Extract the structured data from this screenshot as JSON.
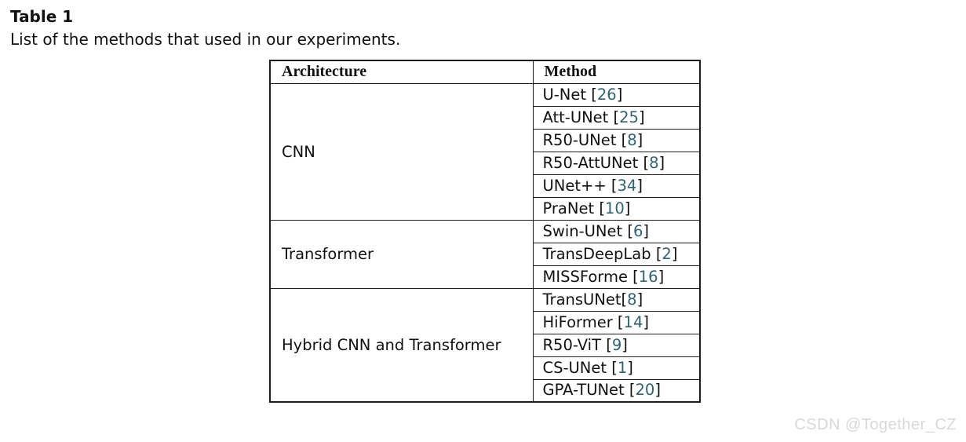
{
  "page": {
    "title": "Table 1",
    "caption": "List of the methods that used in our experiments.",
    "watermark": "CSDN @Together_CZ"
  },
  "colors": {
    "citation": "#2F6272",
    "watermark": "#D9D9D9",
    "border": "#1C1C1C",
    "text": "#111111"
  },
  "table": {
    "headers": [
      "Architecture",
      "Method"
    ],
    "citation_format": {
      "open": "[",
      "close": "]"
    },
    "groups": [
      {
        "architecture": "CNN",
        "methods": [
          {
            "name": "U-Net",
            "sep": " ",
            "ref": "26"
          },
          {
            "name": "Att-UNet",
            "sep": " ",
            "ref": "25"
          },
          {
            "name": "R50-UNet",
            "sep": " ",
            "ref": "8"
          },
          {
            "name": "R50-AttUNet",
            "sep": " ",
            "ref": "8"
          },
          {
            "name": "UNet++",
            "sep": " ",
            "ref": "34"
          },
          {
            "name": "PraNet",
            "sep": " ",
            "ref": "10"
          }
        ]
      },
      {
        "architecture": "Transformer",
        "methods": [
          {
            "name": "Swin-UNet",
            "sep": " ",
            "ref": "6"
          },
          {
            "name": "TransDeepLab",
            "sep": " ",
            "ref": "2"
          },
          {
            "name": "MISSForme",
            "sep": " ",
            "ref": "16"
          }
        ]
      },
      {
        "architecture": "Hybrid CNN and Transformer",
        "methods": [
          {
            "name": "TransUNet",
            "sep": "",
            "ref": "8"
          },
          {
            "name": "HiFormer",
            "sep": " ",
            "ref": "14"
          },
          {
            "name": "R50-ViT",
            "sep": " ",
            "ref": "9"
          },
          {
            "name": "CS-UNet",
            "sep": " ",
            "ref": "1"
          },
          {
            "name": "GPA-TUNet",
            "sep": " ",
            "ref": "20"
          }
        ]
      }
    ]
  }
}
